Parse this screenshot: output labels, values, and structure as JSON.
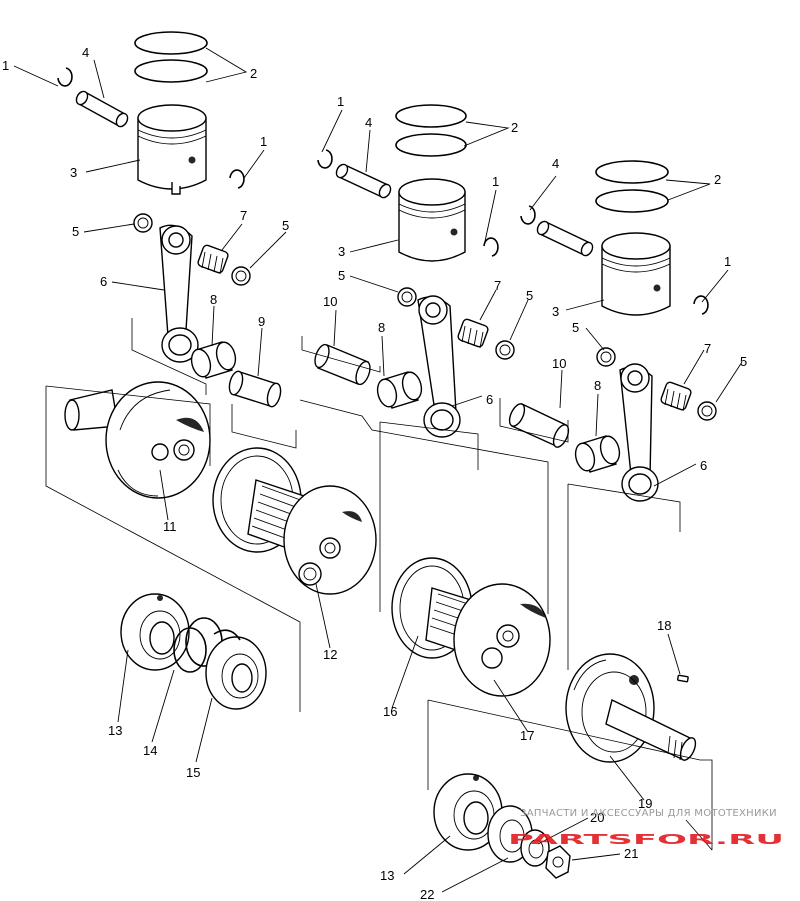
{
  "diagram": {
    "callouts": [
      {
        "id": "c1a",
        "text": "1"
      },
      {
        "id": "c2a",
        "text": "2"
      },
      {
        "id": "c3a",
        "text": "3"
      },
      {
        "id": "c4a",
        "text": "4"
      },
      {
        "id": "c1b",
        "text": "1"
      },
      {
        "id": "c5a",
        "text": "5"
      },
      {
        "id": "c7a",
        "text": "7"
      },
      {
        "id": "c5b",
        "text": "5"
      },
      {
        "id": "c6a",
        "text": "6"
      },
      {
        "id": "c8a",
        "text": "8"
      },
      {
        "id": "c9a",
        "text": "9"
      },
      {
        "id": "c11",
        "text": "11"
      },
      {
        "id": "c12",
        "text": "12"
      },
      {
        "id": "c13a",
        "text": "13"
      },
      {
        "id": "c14",
        "text": "14"
      },
      {
        "id": "c15",
        "text": "15"
      },
      {
        "id": "c1c",
        "text": "1"
      },
      {
        "id": "c4b",
        "text": "4"
      },
      {
        "id": "c2b",
        "text": "2"
      },
      {
        "id": "c1d",
        "text": "1"
      },
      {
        "id": "c3b",
        "text": "3"
      },
      {
        "id": "c5c",
        "text": "5"
      },
      {
        "id": "c10a",
        "text": "10"
      },
      {
        "id": "c8b",
        "text": "8"
      },
      {
        "id": "c7b",
        "text": "7"
      },
      {
        "id": "c5d",
        "text": "5"
      },
      {
        "id": "c6b",
        "text": "6"
      },
      {
        "id": "c4c",
        "text": "4"
      },
      {
        "id": "c2c",
        "text": "2"
      },
      {
        "id": "c1e",
        "text": "1"
      },
      {
        "id": "c3c",
        "text": "3"
      },
      {
        "id": "c5e",
        "text": "5"
      },
      {
        "id": "c7c",
        "text": "7"
      },
      {
        "id": "c5f",
        "text": "5"
      },
      {
        "id": "c10b",
        "text": "10"
      },
      {
        "id": "c8c",
        "text": "8"
      },
      {
        "id": "c6c",
        "text": "6"
      },
      {
        "id": "c16",
        "text": "16"
      },
      {
        "id": "c17",
        "text": "17"
      },
      {
        "id": "c18",
        "text": "18"
      },
      {
        "id": "c19",
        "text": "19"
      },
      {
        "id": "c13b",
        "text": "13"
      },
      {
        "id": "c20",
        "text": "20"
      },
      {
        "id": "c21",
        "text": "21"
      },
      {
        "id": "c22",
        "text": "22"
      }
    ]
  },
  "watermark": {
    "tagline": "ЗАПЧАСТИ И АКСЕССУАРЫ ДЛЯ МОТОТЕХНИКИ",
    "logo_text": "PARTSFOR.RU",
    "color": "#e21a22"
  }
}
